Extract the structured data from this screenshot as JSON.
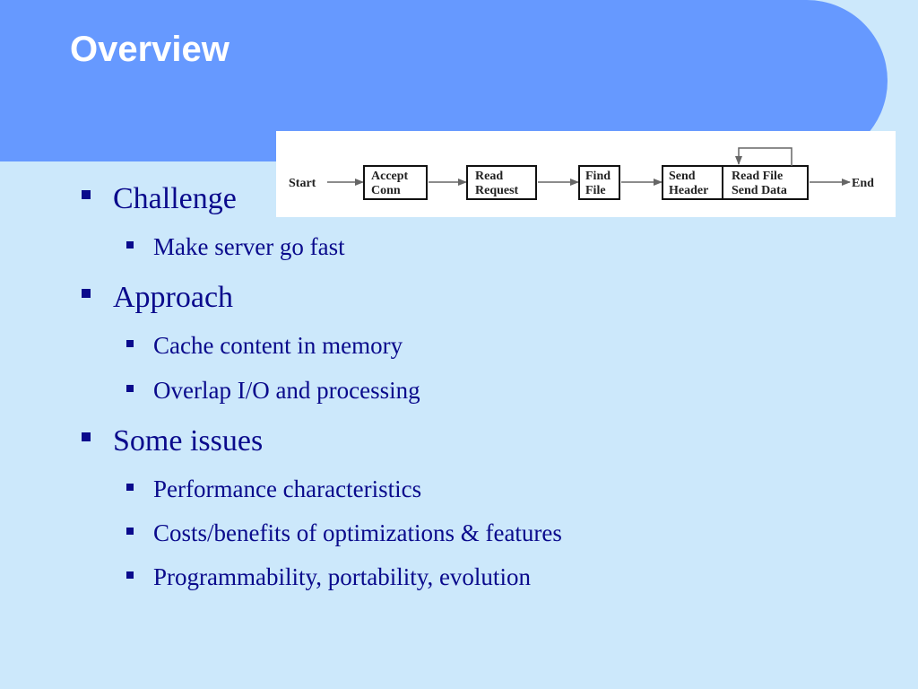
{
  "title": "Overview",
  "diagram": {
    "start": "Start",
    "end": "End",
    "steps": [
      [
        "Accept",
        "Conn"
      ],
      [
        "Read",
        "Request"
      ],
      [
        "Find",
        "File"
      ],
      [
        "Send",
        "Header"
      ],
      [
        "Read File",
        "Send Data"
      ]
    ]
  },
  "bullets": [
    {
      "text": "Challenge",
      "sub": [
        "Make server go fast"
      ]
    },
    {
      "text": "Approach",
      "sub": [
        "Cache content in memory",
        "Overlap I/O and processing"
      ]
    },
    {
      "text": "Some issues",
      "sub": [
        "Performance characteristics",
        "Costs/benefits of optimizations & features",
        "Programmability, portability, evolution"
      ]
    }
  ],
  "colors": {
    "background": "#cce8fb",
    "header_band": "#6699ff",
    "title_text": "#ffffff",
    "bullet_text": "#0a0a8c"
  }
}
